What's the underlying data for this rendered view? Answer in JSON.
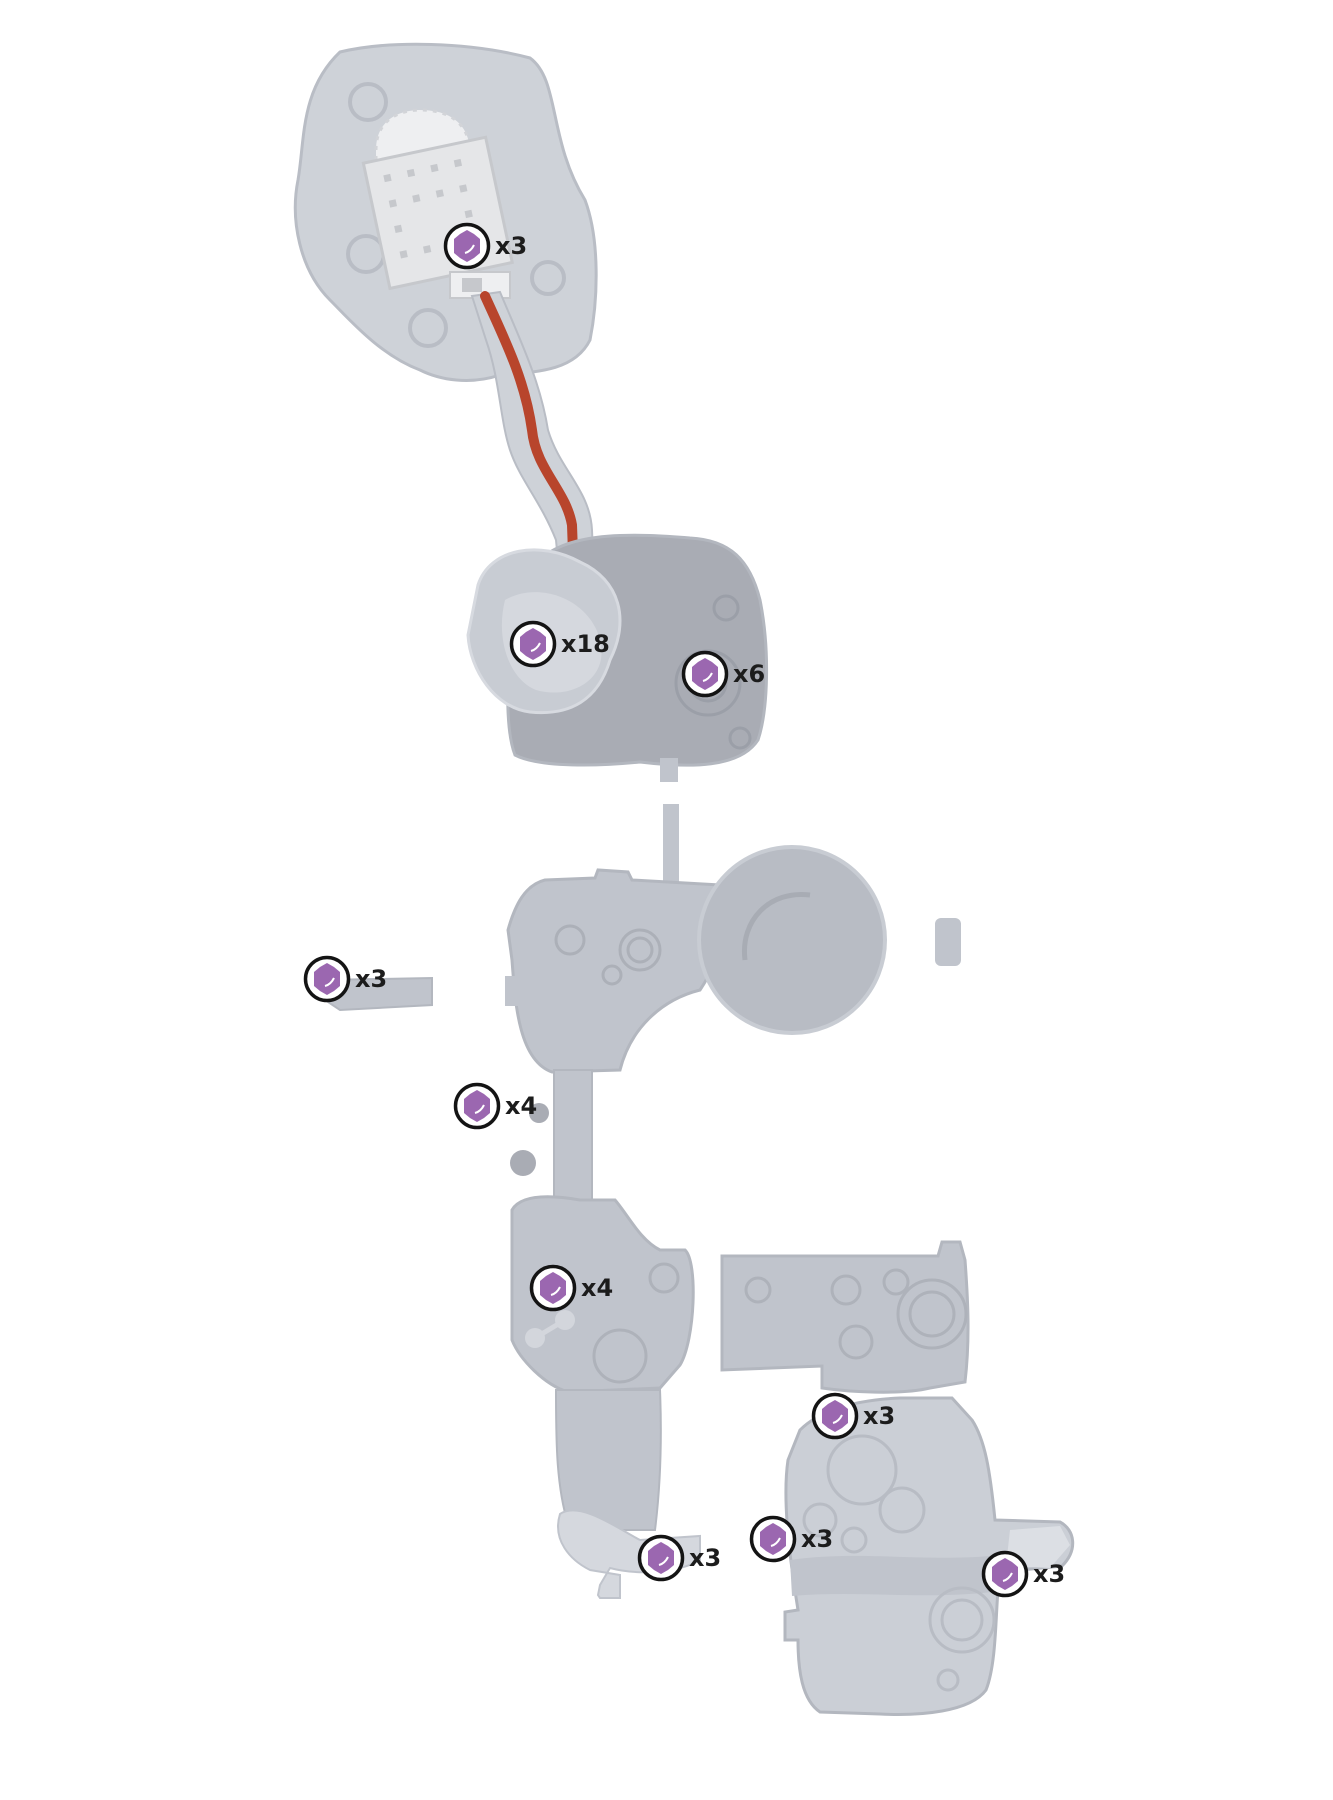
{
  "map": {
    "colors": {
      "background": "#ffffff",
      "room_light": "#ced2d8",
      "room_mid": "#c0c4cc",
      "room_dark": "#a9acb4",
      "room_outline": "#b3b7bf",
      "path_red": "#b8452c",
      "marker_fill": "#9b67b0",
      "marker_ring": "#141414"
    },
    "markers": [
      {
        "label": "x3",
        "icon": "purple-gem-icon"
      },
      {
        "label": "x18",
        "icon": "purple-gem-icon"
      },
      {
        "label": "x6",
        "icon": "purple-gem-icon"
      },
      {
        "label": "x3",
        "icon": "purple-gem-icon"
      },
      {
        "label": "x4",
        "icon": "purple-gem-icon"
      },
      {
        "label": "x4",
        "icon": "purple-gem-icon"
      },
      {
        "label": "x3",
        "icon": "purple-gem-icon"
      },
      {
        "label": "x3",
        "icon": "purple-gem-icon"
      },
      {
        "label": "x3",
        "icon": "purple-gem-icon"
      },
      {
        "label": "x3",
        "icon": "purple-gem-icon"
      }
    ]
  }
}
